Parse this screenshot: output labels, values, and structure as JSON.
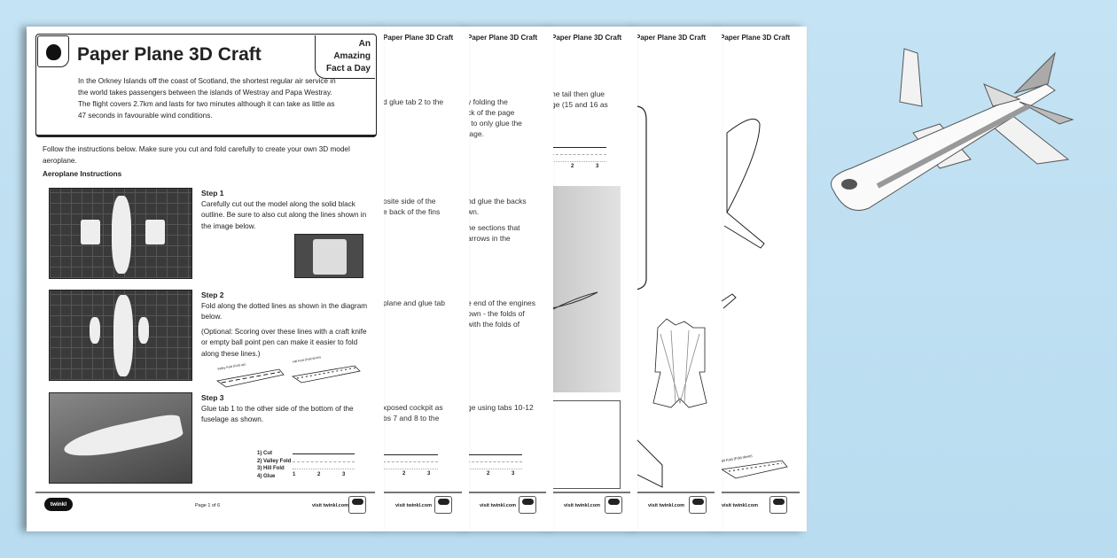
{
  "document": {
    "title": "Paper Plane 3D Craft",
    "badge": [
      "An Amazing",
      "Fact a Day"
    ],
    "intro": "In the Orkney Islands off the coast of Scotland, the shortest regular air service in the world takes passengers between the islands of Westray and Papa Westray. The flight covers 2.7km and lasts for two minutes although it can take as little as 47 seconds in favourable wind conditions.",
    "follow": "Follow the instructions below. Make sure you cut and fold carefully to create your own 3D model aeroplane.",
    "section": "Aeroplane Instructions",
    "steps": [
      {
        "title": "Step 1",
        "text": "Carefully cut out the model along the solid black outline. Be sure to also cut along the lines shown in the image below."
      },
      {
        "title": "Step 2",
        "text": "Fold along the dotted lines as shown in the diagram below.",
        "note": "(Optional: Scoring over these lines with a craft knife or empty ball point pen can make it easier to fold along these lines.)",
        "fold_labels": [
          "Valley Fold (Fold up)",
          "Hill Fold (Fold down)"
        ]
      },
      {
        "title": "Step 3",
        "text": "Glue tab 1 to the other side of the bottom of the fuselage as shown."
      }
    ],
    "legend": {
      "cut": "1) Cut",
      "valley": "2) Valley Fold",
      "hill": "3) Hill Fold",
      "glue": "4) Glue",
      "tabs": [
        "1",
        "2",
        "3"
      ]
    },
    "footer": {
      "logo": "twinkl",
      "page": "Page 1 of 6",
      "site": "visit twinkl.com"
    }
  },
  "back_pages": [
    {
      "title": "Paper Plane 3D Craft",
      "fragments": [
        "d glue tab 2 to the",
        "osite side of the",
        "e back of the fins",
        "plane and glue tab",
        "xposed cockpit as",
        "bs 7 and 8 to the"
      ],
      "tabs": [
        "2",
        "3"
      ],
      "site": "visit twinkl.com"
    },
    {
      "title": "Paper Plane 3D Craft",
      "fragments": [
        "y folding the",
        "ck of the page",
        "l to only glue the",
        "tage.",
        "nd glue the backs",
        "wn.",
        "he sections that",
        "arrows in the",
        "e end of the engines",
        "own - the folds of",
        "with the folds of",
        "ge using tabs 10-12"
      ],
      "tabs": [
        "2",
        "3"
      ],
      "site": "visit twinkl.com"
    },
    {
      "title": "Paper Plane 3D Craft",
      "fragments": [
        "he tail then glue",
        "ge (15 and 16 as"
      ],
      "tabs": [
        "2",
        "3"
      ],
      "site": "visit twinkl.com"
    },
    {
      "title": "Paper Plane 3D Craft",
      "site": "visit twinkl.com"
    },
    {
      "title": "Paper Plane 3D Craft",
      "fold_label": "Hill Fold (Fold down)",
      "site": "visit twinkl.com"
    }
  ],
  "colors": {
    "background": "#c0e1f3",
    "page": "#ffffff",
    "ink": "#222222"
  }
}
